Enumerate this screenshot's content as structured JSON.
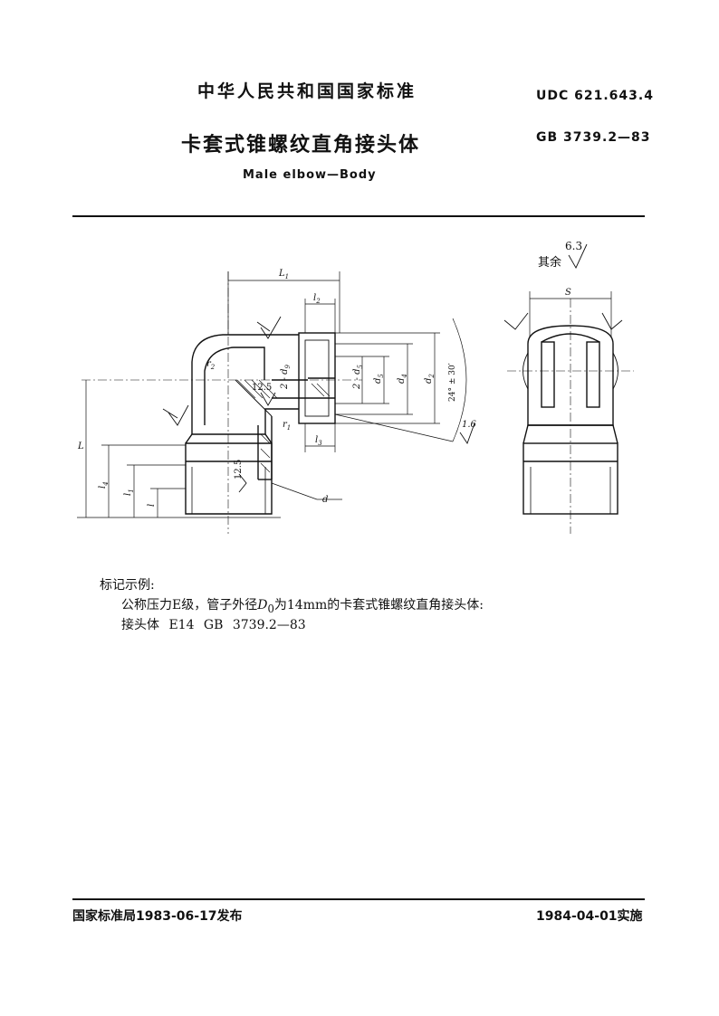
{
  "header": {
    "national_standard": "中华人民共和国国家标准",
    "udc": "UDC 621.643.4",
    "title_cn": "卡套式锥螺纹直角接头体",
    "standard_no": "GB 3739.2—83",
    "title_en": "Male elbow—Body"
  },
  "drawing": {
    "roughness_rest_label": "其余",
    "roughness_rest_value": "6.3",
    "dims": {
      "L1": "L",
      "L1_sub": "1",
      "l2": "l",
      "l2_sub": "2",
      "l3": "l",
      "l3_sub": "3",
      "L": "L",
      "l4": "l",
      "l4_sub": "4",
      "l1": "l",
      "l1_sub": "1",
      "l": "l",
      "d": "d",
      "d2": "d",
      "d2_sub": "2",
      "d4": "d",
      "d4_sub": "4",
      "d5": "d",
      "d5_sub": "5",
      "two_d5": "2 - d",
      "two_d9": "2 - d",
      "d9_sub": "9",
      "r2": "r",
      "r2_sub": "2",
      "r1": "r",
      "r1_sub": "1",
      "S": "S",
      "angle": "24° ± 30′",
      "roughness_125_a": "12.5",
      "roughness_125_b": "12.5",
      "roughness_16": "1.6"
    }
  },
  "notes": {
    "heading": "标记示例:",
    "line1_prefix": "公称压力E级，管子外径",
    "line1_var": "D",
    "line1_var_sub": "0",
    "line1_mid": "为",
    "line1_num": "14",
    "line1_unit": "mm",
    "line1_suffix": "的卡套式锥螺纹直角接头体:",
    "line2": "接头体  E14  GB 3739.2—83"
  },
  "footer": {
    "issued": "国家标准局1983-06-17发布",
    "effective": "1984-04-01实施"
  }
}
